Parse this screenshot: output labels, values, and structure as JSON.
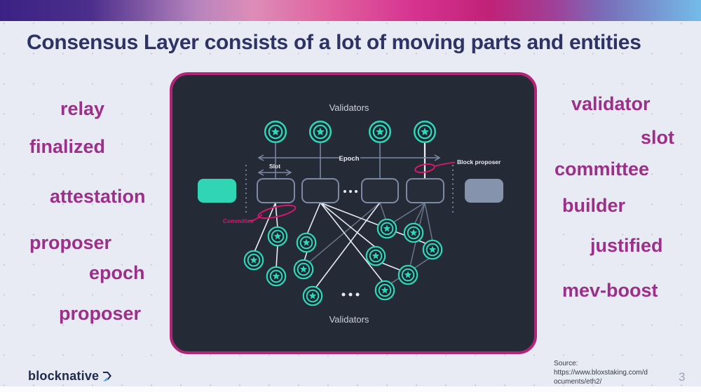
{
  "header": {
    "title": "Consensus Layer consists of a lot of moving parts and entities"
  },
  "terms": {
    "left": [
      {
        "label": "relay"
      },
      {
        "label": "finalized"
      },
      {
        "label": "attestation"
      },
      {
        "label": "proposer"
      },
      {
        "label": "epoch"
      },
      {
        "label": "proposer"
      }
    ],
    "right": [
      {
        "label": "validator"
      },
      {
        "label": "slot"
      },
      {
        "label": "committee"
      },
      {
        "label": "builder"
      },
      {
        "label": "justified"
      },
      {
        "label": "mev-boost"
      }
    ]
  },
  "diagram": {
    "validators_top_label": "Validators",
    "validators_bottom_label": "Validators",
    "epoch_label": "Epoch",
    "slot_label": "Slot",
    "block_proposer_label": "Block proposer",
    "committee_label": "Committee",
    "colors": {
      "card_background": "#242b37",
      "card_border": "#b12478",
      "teal": "#2ed9b9",
      "teal_block": "#2fd5b5",
      "gray_block": "#8593ad",
      "block_outline": "#7d8aa3",
      "annotation_pink": "#d6186e",
      "label_gray": "#ccd1d9"
    }
  },
  "footer": {
    "logo_text": "blocknative",
    "source_lines": {
      "0": "Source:",
      "1": "https://www.bloxstaking.com/d",
      "2": "ocuments/eth2/"
    },
    "page_number": "3"
  }
}
